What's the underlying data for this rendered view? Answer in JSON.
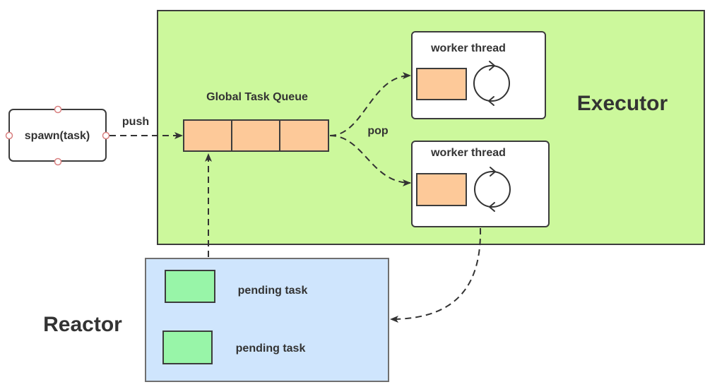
{
  "colors": {
    "executor_fill": "#ccf89c",
    "queue_slot_fill": "#fdc999",
    "reactor_fill": "#cfe5fd",
    "pending_fill": "#98f5a8",
    "worker_fill": "#ffffff",
    "spawn_fill": "#ffffff",
    "connector_dot": "#d98080",
    "text": "#333333"
  },
  "spawn": {
    "label": "spawn(task)"
  },
  "push": {
    "label": "push"
  },
  "executor": {
    "label": "Executor",
    "queue": {
      "title": "Global Task Queue"
    },
    "pop": {
      "label": "pop"
    },
    "workers": [
      {
        "label": "worker thread",
        "icon": "cycle-arrow-icon"
      },
      {
        "label": "worker thread",
        "icon": "cycle-arrow-icon"
      }
    ]
  },
  "reactor": {
    "label": "Reactor",
    "tasks": [
      {
        "label": "pending task"
      },
      {
        "label": "pending task"
      }
    ]
  }
}
